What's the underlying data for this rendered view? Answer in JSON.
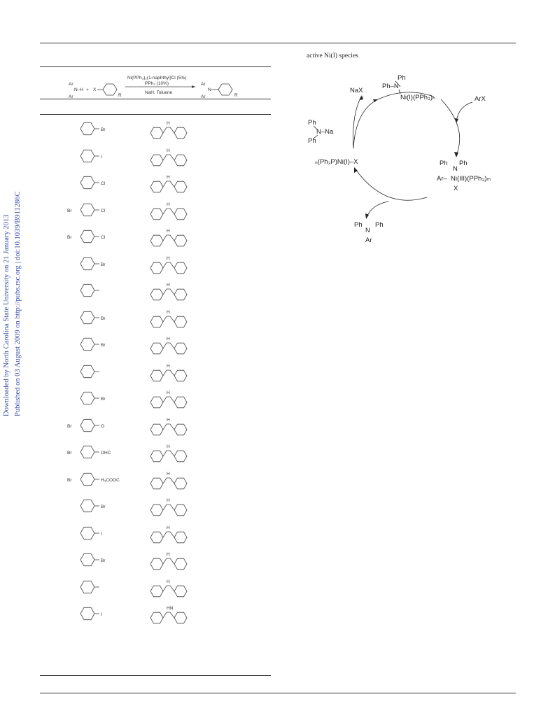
{
  "sidebar": {
    "downloaded": "Downloaded by North Carolina State University on 21 January 2013",
    "published": "Published on 03 August 2009 on http://pubs.rsc.org | doi:10.1039/B911286C"
  },
  "scheme": {
    "amine_ar1": "Ar",
    "amine_nh": "N–H",
    "amine_ar2": "Ar",
    "plus": "+",
    "halide_x": "X",
    "halide_r": "R",
    "catalyst": "Ni(PPh₃)₂(1-naphthyl)Cl (5%)",
    "ligand": "PPh₃ (10%)",
    "conditions": "NaH, Toluene",
    "product_ar1": "Ar",
    "product_n": "N",
    "product_ar2": "Ar",
    "product_r": "R"
  },
  "substrates": [
    {
      "label": "Br"
    },
    {
      "label": "I"
    },
    {
      "label": "Cl"
    },
    {
      "label": "Cl",
      "label2": "Br"
    },
    {
      "label": "Cl",
      "label2": "Br"
    },
    {
      "label": "Br"
    },
    {
      "label": ""
    },
    {
      "label": "Br"
    },
    {
      "label": "Br"
    },
    {
      "label": ""
    },
    {
      "label": "Br"
    },
    {
      "label": "O",
      "label2": "Br"
    },
    {
      "label": "OHC",
      "label2": "Br"
    },
    {
      "label": "H₃COOC",
      "label2": "Br"
    },
    {
      "label": "Br"
    },
    {
      "label": "I"
    },
    {
      "label": "Br"
    },
    {
      "label": ""
    },
    {
      "label": "I"
    }
  ],
  "products": [
    {
      "nh": "H"
    },
    {
      "nh": "H"
    },
    {
      "nh": "H"
    },
    {
      "nh": "H"
    },
    {
      "nh": "H"
    },
    {
      "nh": "H"
    },
    {
      "nh": "H"
    },
    {
      "nh": "H"
    },
    {
      "nh": "H"
    },
    {
      "nh": "H"
    },
    {
      "nh": "H"
    },
    {
      "nh": "H"
    },
    {
      "nh": "H"
    },
    {
      "nh": "H"
    },
    {
      "nh": "H"
    },
    {
      "nh": "H"
    },
    {
      "nh": "H"
    },
    {
      "nh": "H"
    },
    {
      "nh": "HN"
    }
  ],
  "mechanism": {
    "label": "active Ni(I) species",
    "top_ph": "Ph",
    "top_phn": "Ph–N",
    "top_ni": "Ni(I)(PPh₃)ₙ",
    "arx": "ArX",
    "nax": "NaX",
    "left_ph1": "Ph",
    "left_nna": "N–Na",
    "left_ph2": "Ph",
    "left_ni": "ₙ(Ph₃P)Ni(I)–X",
    "right_ph": "Ph",
    "right_n": "N",
    "right_ph2": "Ph",
    "right_ar": "Ar–",
    "right_ni": "Ni(III)(PPh₃)ₘ",
    "right_x": "X",
    "prod_ph1": "Ph",
    "prod_n": "N",
    "prod_ph2": "Ph",
    "prod_ar": "Ar"
  }
}
